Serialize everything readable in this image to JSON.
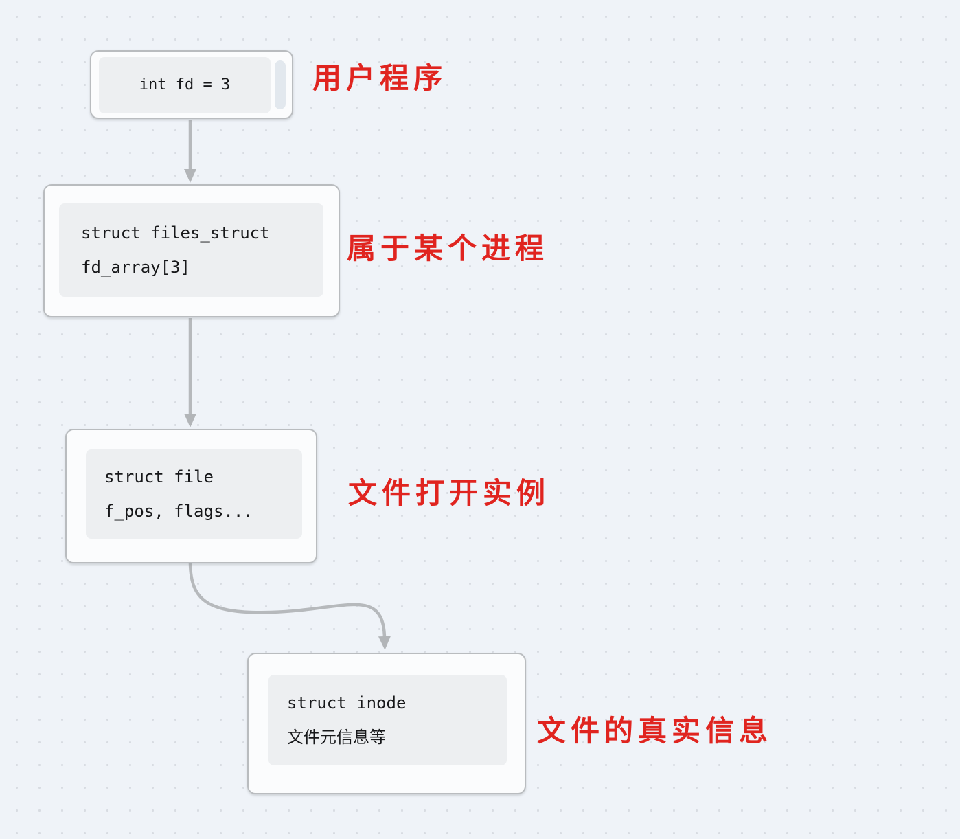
{
  "diagram": {
    "title_hint": "Linux file descriptor chain",
    "nodes": [
      {
        "id": "fd",
        "code_line1": "int fd = 3",
        "code_line2": "",
        "annotation": "用户程序"
      },
      {
        "id": "files",
        "code_line1": "struct files_struct",
        "code_line2": "fd_array[3]",
        "annotation": "属于某个进程"
      },
      {
        "id": "file",
        "code_line1": "struct file",
        "code_line2": "f_pos, flags...",
        "annotation": "文件打开实例"
      },
      {
        "id": "inode",
        "code_line1": "struct inode",
        "code_line2": "文件元信息等",
        "annotation": "文件的真实信息"
      }
    ],
    "edges": [
      {
        "from": "fd",
        "to": "files",
        "shape": "straight"
      },
      {
        "from": "files",
        "to": "file",
        "shape": "straight"
      },
      {
        "from": "file",
        "to": "inode",
        "shape": "s-curve"
      }
    ],
    "colors": {
      "background": "#eff3f8",
      "grid_dot": "#d8dce2",
      "node_border": "#b9bcbf",
      "node_fill": "#fbfcfd",
      "panel_fill": "#edeff1",
      "arrow_gray": "#b6b9bc",
      "annotation_red": "#e0241f",
      "code_text": "#17181a"
    }
  }
}
